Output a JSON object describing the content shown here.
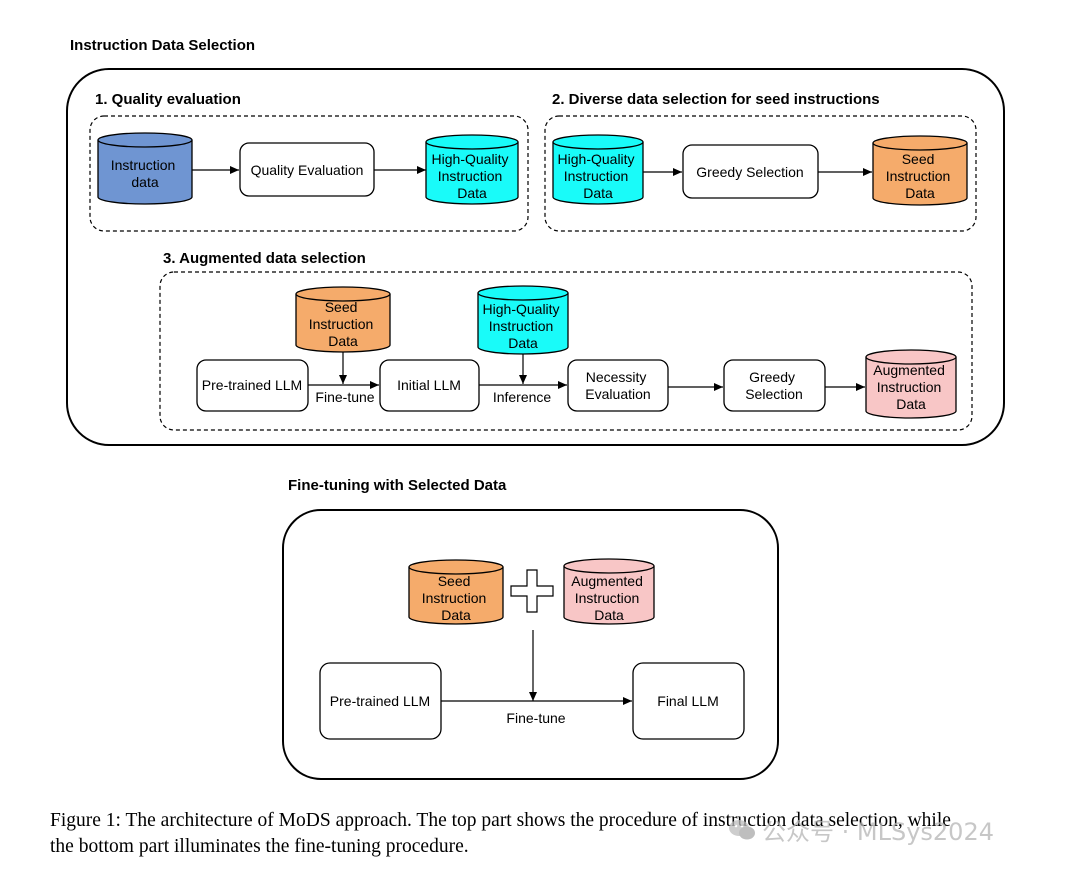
{
  "section1_title": "Instruction Data Selection",
  "step1": {
    "title": "1. Quality evaluation",
    "input_cyl": [
      "Instruction",
      "data"
    ],
    "box": "Quality Evaluation",
    "output_cyl": [
      "High-Quality",
      "Instruction",
      "Data"
    ]
  },
  "step2": {
    "title": "2. Diverse data selection for seed instructions",
    "input_cyl": [
      "High-Quality",
      "Instruction",
      "Data"
    ],
    "box": "Greedy Selection",
    "output_cyl": [
      "Seed",
      "Instruction",
      "Data"
    ]
  },
  "step3": {
    "title": "3. Augmented data selection",
    "seed_cyl": [
      "Seed",
      "Instruction",
      "Data"
    ],
    "hq_cyl": [
      "High-Quality",
      "Instruction",
      "Data"
    ],
    "pretrained_box": "Pre-trained LLM",
    "finetune_label": "Fine-tune",
    "initial_box": "Initial LLM",
    "inference_label": "Inference",
    "necessity_box": [
      "Necessity",
      "Evaluation"
    ],
    "greedy_box": [
      "Greedy",
      "Selection"
    ],
    "augmented_cyl": [
      "Augmented",
      "Instruction",
      "Data"
    ]
  },
  "section2_title": "Fine-tuning with Selected Data",
  "finetune_section": {
    "seed_cyl": [
      "Seed",
      "Instruction",
      "Data"
    ],
    "augmented_cyl": [
      "Augmented",
      "Instruction",
      "Data"
    ],
    "pretrained_box": "Pre-trained LLM",
    "finetune_label": "Fine-tune",
    "final_box": "Final LLM"
  },
  "caption": {
    "line1": "Figure 1: The architecture of MoDS approach. The top part shows the procedure of instruction data selection, while",
    "line2": "the bottom part illuminates the fine-tuning procedure."
  },
  "watermark": "公众号 · MLSys2024",
  "colors": {
    "blue": "#6f95d2",
    "cyan": "#19fbf9",
    "orange": "#f5ab6b",
    "pink": "#f8c6c6"
  }
}
